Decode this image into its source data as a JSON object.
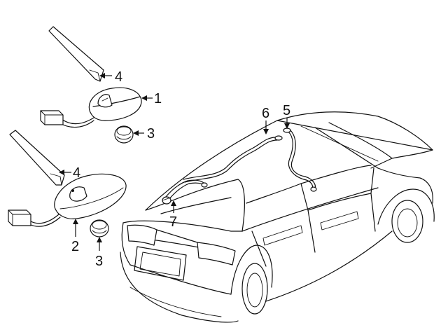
{
  "callouts": [
    {
      "id": "1",
      "label": "1"
    },
    {
      "id": "2",
      "label": "2"
    },
    {
      "id": "3a",
      "label": "3"
    },
    {
      "id": "3b",
      "label": "3"
    },
    {
      "id": "4a",
      "label": "4"
    },
    {
      "id": "4b",
      "label": "4"
    },
    {
      "id": "5",
      "label": "5"
    },
    {
      "id": "6",
      "label": "6"
    },
    {
      "id": "7",
      "label": "7"
    }
  ]
}
